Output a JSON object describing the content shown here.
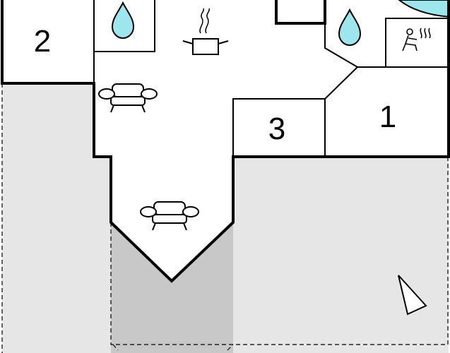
{
  "rooms": [
    {
      "id": "2",
      "label": "2"
    },
    {
      "id": "3",
      "label": "3"
    },
    {
      "id": "1",
      "label": "1"
    }
  ],
  "icons": [
    "water-drop-icon",
    "water-drop-icon",
    "cooking-pot-icon",
    "sofa-icon",
    "sofa-icon",
    "sauna-icon",
    "north-arrow-icon"
  ],
  "colors": {
    "terrace": "#e6e6e6",
    "terrace_dark": "#c8c8c8",
    "water": "#9ee6ee",
    "walls": "#000000",
    "background": "#ffffff"
  }
}
